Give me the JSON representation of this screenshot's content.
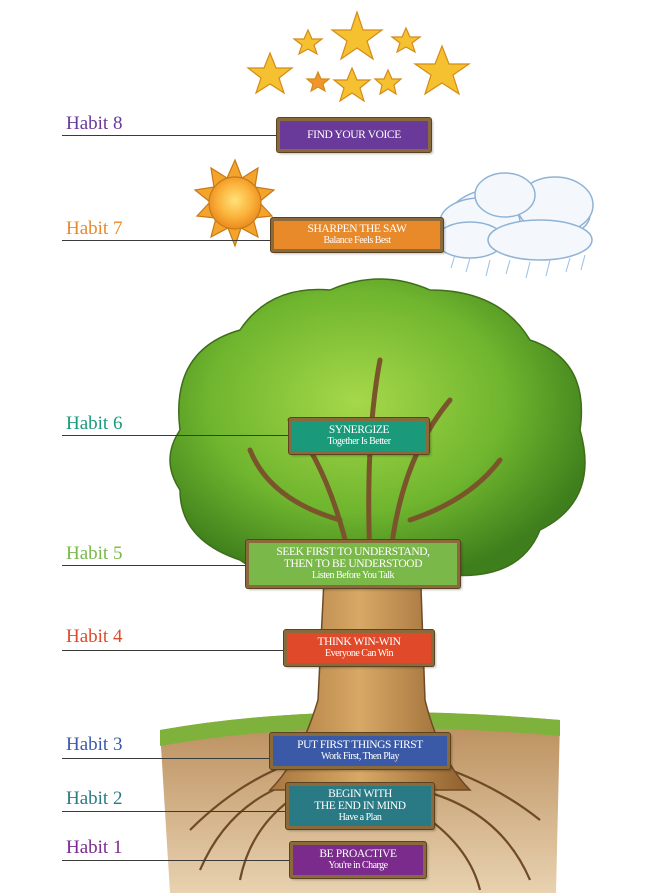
{
  "colors": {
    "habit1": "#7a2b8c",
    "habit2": "#2a7a86",
    "habit3": "#3a5aa8",
    "habit4": "#e04a2a",
    "habit5": "#7ab84a",
    "habit6": "#1a9a7a",
    "habit7": "#e8892a",
    "habit8": "#6a3a9a"
  },
  "habits": [
    {
      "label": "Habit 8",
      "line1": "FIND YOUR VOICE",
      "line2": "",
      "line3": ""
    },
    {
      "label": "Habit 7",
      "line1": "SHARPEN THE SAW",
      "line2": "Balance Feels Best",
      "line3": ""
    },
    {
      "label": "Habit 6",
      "line1": "SYNERGIZE",
      "line2": "Together Is Better",
      "line3": ""
    },
    {
      "label": "Habit 5",
      "line1": "SEEK FIRST TO UNDERSTAND,",
      "line2": "THEN TO BE UNDERSTOOD",
      "line3": "Listen Before You Talk"
    },
    {
      "label": "Habit 4",
      "line1": "THINK WIN-WIN",
      "line2": "Everyone Can Win",
      "line3": ""
    },
    {
      "label": "Habit 3",
      "line1": "PUT FIRST THINGS FIRST",
      "line2": "Work First, Then Play",
      "line3": ""
    },
    {
      "label": "Habit 2",
      "line1": "BEGIN WITH",
      "line2": "THE END IN MIND",
      "line3": "Have a Plan"
    },
    {
      "label": "Habit 1",
      "line1": "BE PROACTIVE",
      "line2": "You're in Charge",
      "line3": ""
    }
  ]
}
